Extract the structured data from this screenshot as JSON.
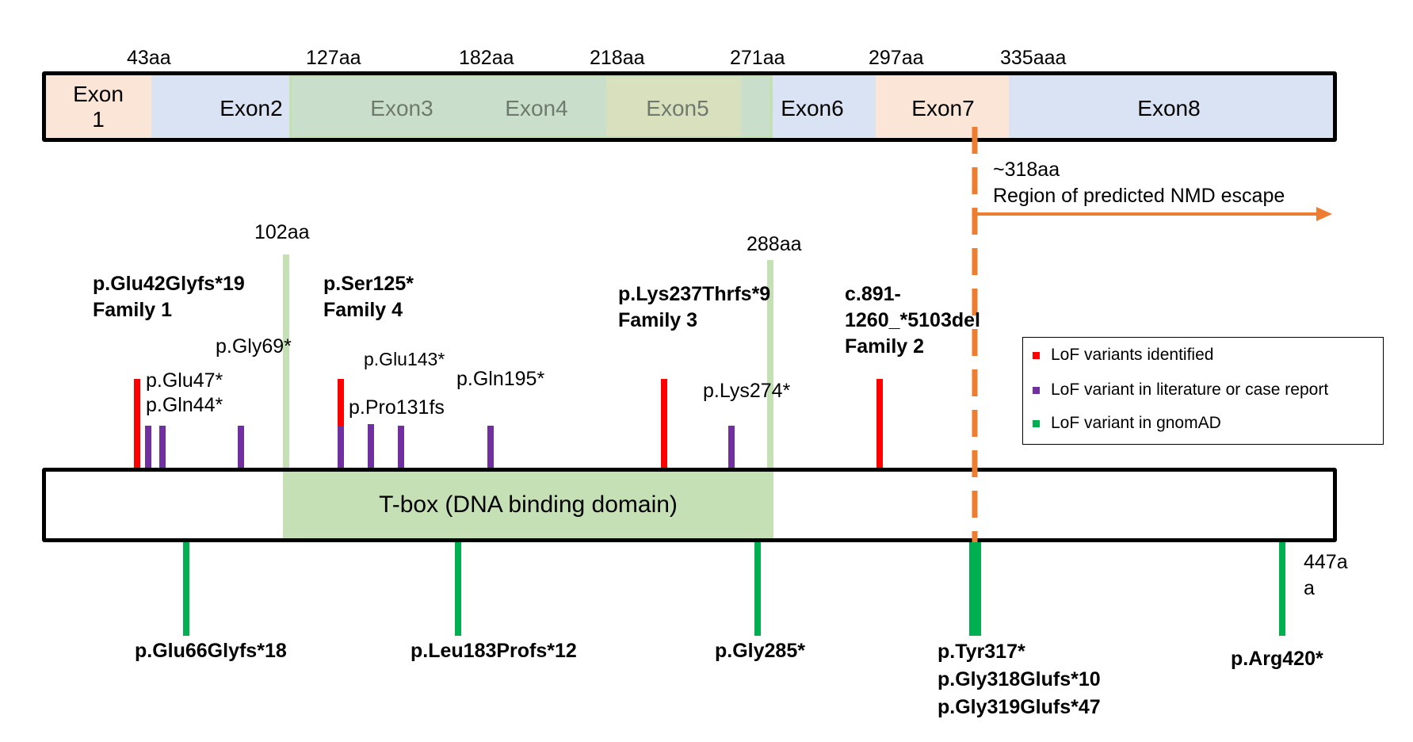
{
  "colors": {
    "lof_identified": "#ff0000",
    "lof_literature": "#7030a0",
    "lof_gnomad": "#00b050",
    "nmd_line": "#ed7d31",
    "tbox_fill": "#c5e0b4",
    "exon_peach": "#fbe5d6",
    "exon_blue": "#dae3f3"
  },
  "exon_positions": [
    "43aa",
    "127aa",
    "182aa",
    "218aa",
    "271aa",
    "297aa",
    "335aaa"
  ],
  "exons": {
    "exon1": [
      "Exon",
      "1"
    ],
    "exon2": "Exon2",
    "exon3": "Exon3",
    "exon4": "Exon4",
    "exon5": "Exon5",
    "exon6": "Exon6",
    "exon7": "Exon7",
    "exon8": "Exon8"
  },
  "nmd": {
    "position": "~318aa",
    "label": "Region of predicted NMD escape"
  },
  "tbox": {
    "start": "102aa",
    "end": "288aa",
    "label": "T-box (DNA binding domain)"
  },
  "protein_end": [
    "447a",
    "a"
  ],
  "variants_above": {
    "family1": [
      "p.Glu42Glyfs*19",
      "Family 1"
    ],
    "family4": [
      "p.Ser125*",
      "Family 4"
    ],
    "family3": [
      "p.Lys237Thrfs*9",
      "Family 3"
    ],
    "family2": [
      "c.891-",
      "1260_*5103del",
      "Family 2"
    ],
    "gly69": "p.Gly69*",
    "glu47": "p.Glu47*",
    "gln44": "p.Gln44*",
    "glu143": "p.Glu143*",
    "pro131": "p.Pro131fs",
    "gln195": "p.Gln195*",
    "lys274": "p.Lys274*"
  },
  "variants_below": {
    "glu66": "p.Glu66Glyfs*18",
    "leu183": "p.Leu183Profs*12",
    "gly285": "p.Gly285*",
    "tyr317": [
      "p.Tyr317*",
      "p.Gly318Glufs*10",
      "p.Gly319Glufs*47"
    ],
    "arg420": "p.Arg420*"
  },
  "legend": {
    "identified": "LoF variants identified",
    "literature": "LoF variant in literature or case report",
    "gnomad": "LoF variant in gnomAD"
  }
}
